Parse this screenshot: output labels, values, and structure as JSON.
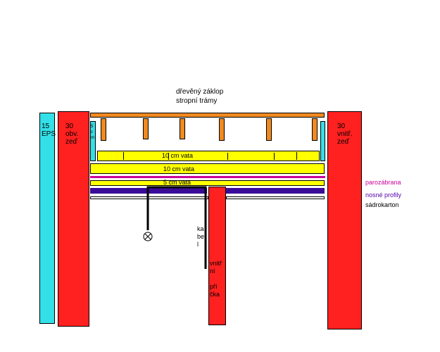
{
  "labels": {
    "floor": "dřevěný záklop",
    "beams": "stropní trámy",
    "eps": "15\nEPS",
    "outer_wall": "30\nobv.\nzeď",
    "inner_wall": "30\nvnitř.\nzeď",
    "small_insul": "5\nc\nm",
    "vata1": "10 cm vata",
    "vata2": "10 cm vata",
    "vata3": "5 cm vata",
    "vapor": "parozábrana",
    "profiles": "nosné profily",
    "plaster": "sádrokarton",
    "cable": "ka\nbe\nl",
    "partition": "vnitř\nní\n\npří\nčka"
  },
  "colors": {
    "wall": "#ff2020",
    "eps": "#33e0e8",
    "beam": "#f08a20",
    "insulation": "#ffff00",
    "vapor_text": "#cc0099",
    "profiles_text": "#5500aa",
    "profiles": "#3a0a99",
    "cable": "#000000"
  },
  "icons": {
    "light": "lamp-symbol"
  }
}
